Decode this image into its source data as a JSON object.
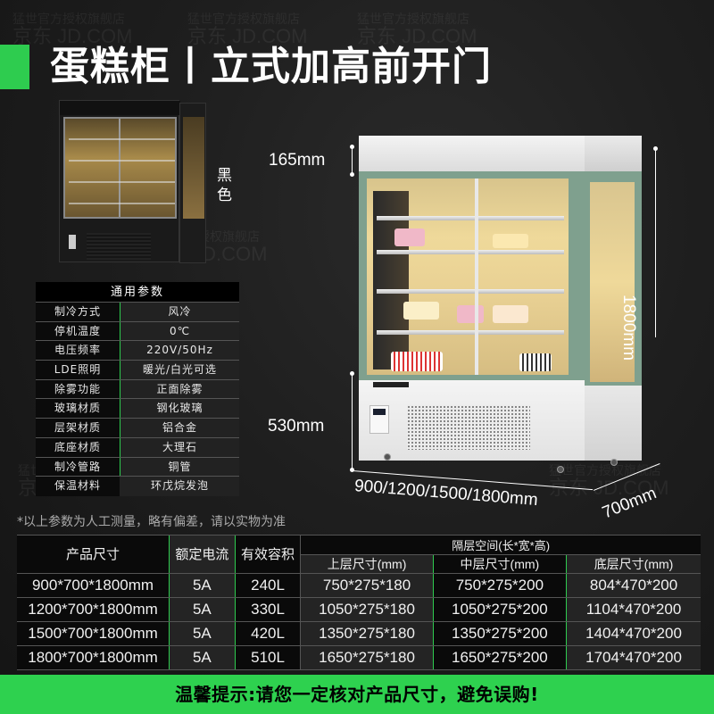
{
  "header": {
    "title": "蛋糕柜丨立式加高前开门",
    "accent_color": "#2ecc4f"
  },
  "watermark": {
    "line1": "猛世官方授权旗舰店",
    "line2": "京东 JD.COM"
  },
  "variant": {
    "color_label": "黑色"
  },
  "general_params": {
    "title": "通用参数",
    "rows": [
      {
        "key": "制冷方式",
        "value": "风冷"
      },
      {
        "key": "停机温度",
        "value": "0℃"
      },
      {
        "key": "电压频率",
        "value": "220V/50Hz"
      },
      {
        "key": "LDE照明",
        "value": "暖光/白光可选"
      },
      {
        "key": "除雾功能",
        "value": "正面除雾"
      },
      {
        "key": "玻璃材质",
        "value": "钢化玻璃"
      },
      {
        "key": "层架材质",
        "value": "铝合金"
      },
      {
        "key": "底座材质",
        "value": "大理石"
      },
      {
        "key": "制冷管路",
        "value": "铜管"
      },
      {
        "key": "保温材料",
        "value": "环戊烷发泡"
      }
    ]
  },
  "disclaimer": "*以上参数为人工测量，略有偏差，请以实物为准",
  "dimensions": {
    "top_height": "165mm",
    "base_height": "530mm",
    "total_height": "1800mm",
    "widths": "900/1200/1500/1800mm",
    "depth": "700mm"
  },
  "spec_table": {
    "headers": {
      "size": "产品尺寸",
      "current": "额定电流",
      "volume": "有效容积",
      "shelf_space": "隔层空间(长*宽*高)",
      "upper": "上层尺寸(mm)",
      "middle": "中层尺寸(mm)",
      "bottom": "底层尺寸(mm)"
    },
    "rows": [
      {
        "size": "900*700*1800mm",
        "current": "5A",
        "volume": "240L",
        "upper": "750*275*180",
        "middle": "750*275*200",
        "bottom": "804*470*200"
      },
      {
        "size": "1200*700*1800mm",
        "current": "5A",
        "volume": "330L",
        "upper": "1050*275*180",
        "middle": "1050*275*200",
        "bottom": "1104*470*200"
      },
      {
        "size": "1500*700*1800mm",
        "current": "5A",
        "volume": "420L",
        "upper": "1350*275*180",
        "middle": "1350*275*200",
        "bottom": "1404*470*200"
      },
      {
        "size": "1800*700*1800mm",
        "current": "5A",
        "volume": "510L",
        "upper": "1650*275*180",
        "middle": "1650*275*200",
        "bottom": "1704*470*200"
      }
    ]
  },
  "footer": {
    "notice": "温馨提示:请您一定核对产品尺寸，避免误购!",
    "color": "#2ed14f"
  }
}
